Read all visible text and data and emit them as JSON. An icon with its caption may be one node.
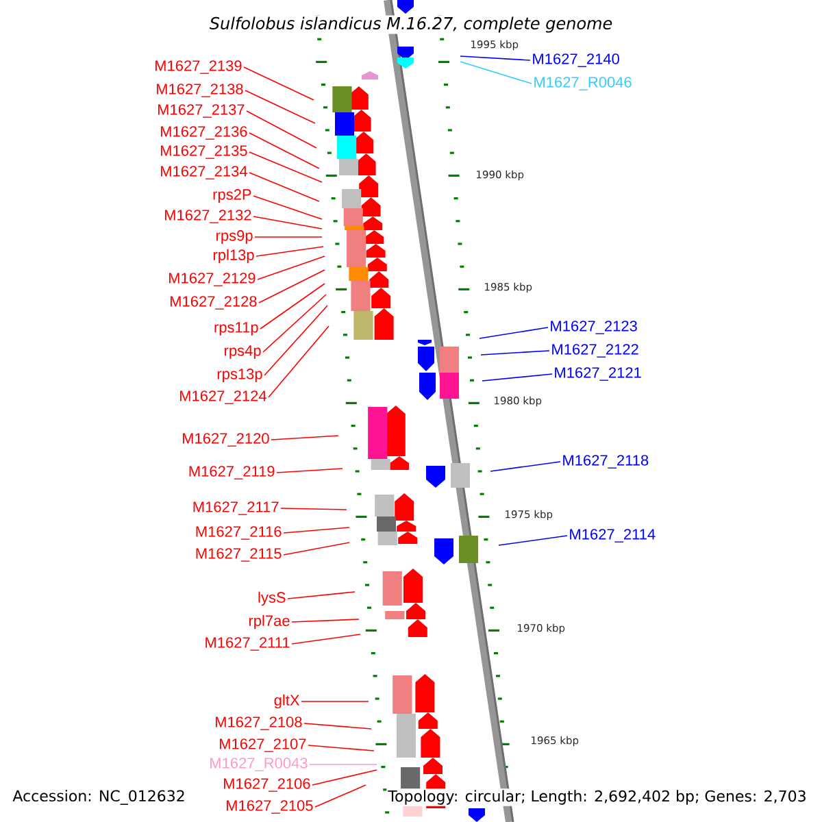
{
  "diagram": {
    "title": "Sulfolobus islandicus M.16.27, complete genome",
    "nodes": [
      {
        "text": [
          "M1627_2139"
        ]
      },
      {
        "text": [
          "M1627_2138"
        ]
      },
      {
        "text": [
          "M1627_2137"
        ]
      },
      {
        "text": [
          "M1627_2136"
        ]
      },
      {
        "text": [
          "M1627_2135"
        ]
      },
      {
        "text": [
          "M1627_2134"
        ]
      },
      {
        "text": [
          "rps2P"
        ]
      },
      {
        "text": [
          "M1627_2132"
        ]
      },
      {
        "text": [
          "rps9p"
        ]
      },
      {
        "text": [
          "rpl13p"
        ]
      },
      {
        "text": [
          "M1627_2129"
        ]
      },
      {
        "text": [
          "M1627_2128"
        ]
      },
      {
        "text": [
          "rps11p"
        ]
      },
      {
        "text": [
          "rps4p"
        ]
      },
      {
        "text": [
          "rps13p"
        ]
      },
      {
        "text": [
          "M1627_2124"
        ]
      },
      {
        "text": [
          "M1627_2120"
        ]
      },
      {
        "text": [
          "M1627_2119"
        ]
      },
      {
        "text": [
          "M1627_2117"
        ]
      },
      {
        "text": [
          "M1627_2116"
        ]
      },
      {
        "text": [
          "M1627_2115"
        ]
      },
      {
        "text": [
          "lysS"
        ]
      },
      {
        "text": [
          "rpl7ae"
        ]
      },
      {
        "text": [
          "M1627_2111"
        ]
      },
      {
        "text": [
          "gltX"
        ]
      },
      {
        "text": [
          "M1627_2108"
        ]
      },
      {
        "text": [
          "M1627_2107"
        ]
      },
      {
        "text": [
          "M1627_R0043"
        ]
      },
      {
        "text": [
          "M1627_2106"
        ]
      },
      {
        "text": [
          "M1627_2105"
        ]
      },
      {
        "text": [
          "M1627_2140"
        ]
      },
      {
        "text": [
          "M1627_R0046"
        ]
      },
      {
        "text": [
          "M1627_2123"
        ]
      },
      {
        "text": [
          "M1627_2122"
        ]
      },
      {
        "text": [
          "M1627_2121"
        ]
      },
      {
        "text": [
          "M1627_2118"
        ]
      },
      {
        "text": [
          "M1627_2114"
        ]
      }
    ],
    "edges": [
      {
        "from": 0,
        "to": null,
        "arrow": "none"
      },
      {
        "from": 1,
        "to": null,
        "arrow": "none"
      },
      {
        "from": 2,
        "to": null,
        "arrow": "none"
      },
      {
        "from": 3,
        "to": null,
        "arrow": "none"
      },
      {
        "from": 4,
        "to": null,
        "arrow": "none"
      },
      {
        "from": 5,
        "to": null,
        "arrow": "none"
      },
      {
        "from": 6,
        "to": null,
        "arrow": "none"
      },
      {
        "from": 7,
        "to": null,
        "arrow": "none"
      },
      {
        "from": 8,
        "to": null,
        "arrow": "none"
      },
      {
        "from": 9,
        "to": null,
        "arrow": "none"
      },
      {
        "from": 10,
        "to": null,
        "arrow": "none"
      },
      {
        "from": 11,
        "to": null,
        "arrow": "none"
      },
      {
        "from": 12,
        "to": null,
        "arrow": "none"
      },
      {
        "from": 13,
        "to": null,
        "arrow": "none"
      },
      {
        "from": 14,
        "to": null,
        "arrow": "none"
      },
      {
        "from": 15,
        "to": null,
        "arrow": "none"
      },
      {
        "from": 16,
        "to": null,
        "arrow": "none"
      },
      {
        "from": 17,
        "to": null,
        "arrow": "none"
      },
      {
        "from": 18,
        "to": null,
        "arrow": "none"
      },
      {
        "from": 19,
        "to": null,
        "arrow": "none"
      },
      {
        "from": 20,
        "to": null,
        "arrow": "none"
      },
      {
        "from": 21,
        "to": null,
        "arrow": "none"
      },
      {
        "from": 22,
        "to": null,
        "arrow": "none"
      },
      {
        "from": 23,
        "to": null,
        "arrow": "none"
      },
      {
        "from": 24,
        "to": null,
        "arrow": "none"
      },
      {
        "from": 25,
        "to": null,
        "arrow": "none"
      },
      {
        "from": 26,
        "to": null,
        "arrow": "none"
      },
      {
        "from": 27,
        "to": null,
        "arrow": "none",
        "color": "#ff99cc"
      },
      {
        "from": 28,
        "to": null,
        "arrow": "none"
      },
      {
        "from": 29,
        "to": null,
        "arrow": "none"
      },
      {
        "from": 30,
        "to": null,
        "arrow": "none",
        "color": "#0000ff"
      },
      {
        "from": 31,
        "to": null,
        "arrow": "none",
        "color": "#33ccff"
      },
      {
        "from": 32,
        "to": null,
        "arrow": "none",
        "color": "#0000ff"
      },
      {
        "from": 33,
        "to": null,
        "arrow": "none",
        "color": "#0000ff"
      },
      {
        "from": 34,
        "to": null,
        "arrow": "none",
        "color": "#0000ff"
      },
      {
        "from": 35,
        "to": null,
        "arrow": "none",
        "color": "#0000ff"
      },
      {
        "from": 36,
        "to": null,
        "arrow": "none",
        "color": "#0000ff"
      }
    ],
    "labels": [
      "1995 kbp",
      "1990 kbp",
      "1985 kbp",
      "1980 kbp",
      "1975 kbp",
      "1970 kbp",
      "1965 kbp",
      "Accession: NC_012632",
      "Topology: circular; Length: 2,692,402 bp; Genes: 2,703"
    ]
  }
}
